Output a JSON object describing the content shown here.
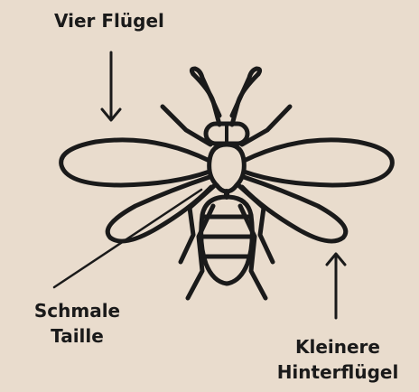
{
  "labels": {
    "four_wings": "Vier Flügel",
    "narrow_waist_line1": "Schmale",
    "narrow_waist_line2": "Taille",
    "smaller_hindwings_line1": "Kleinere",
    "smaller_hindwings_line2": "Hinterflügel"
  },
  "colors": {
    "background": "#e9dccd",
    "ink": "#1a1a1a"
  }
}
